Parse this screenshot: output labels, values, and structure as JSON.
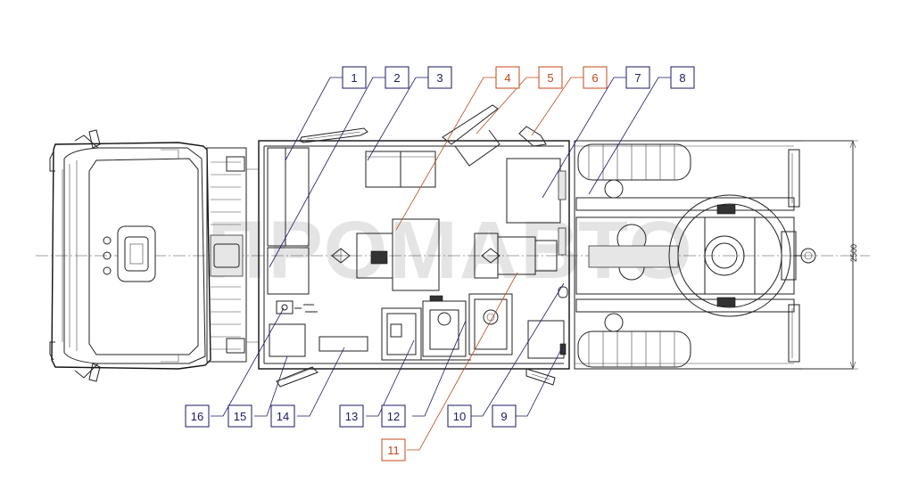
{
  "watermark": "ПРОМАВТО",
  "dimension_label": "2500",
  "colors": {
    "callout_default": "#1a1a66",
    "callout_highlight": "#c04a1a",
    "line": "#222222",
    "watermark": "#dcdcdc"
  },
  "callouts": [
    {
      "id": "c1",
      "label": "1",
      "highlight": false
    },
    {
      "id": "c2",
      "label": "2",
      "highlight": false
    },
    {
      "id": "c3",
      "label": "3",
      "highlight": false
    },
    {
      "id": "c4",
      "label": "4",
      "highlight": true
    },
    {
      "id": "c5",
      "label": "5",
      "highlight": true
    },
    {
      "id": "c6",
      "label": "6",
      "highlight": true
    },
    {
      "id": "c7",
      "label": "7",
      "highlight": false
    },
    {
      "id": "c8",
      "label": "8",
      "highlight": false
    },
    {
      "id": "c9",
      "label": "9",
      "highlight": false
    },
    {
      "id": "c10",
      "label": "10",
      "highlight": false
    },
    {
      "id": "c11",
      "label": "11",
      "highlight": true
    },
    {
      "id": "c12",
      "label": "12",
      "highlight": false
    },
    {
      "id": "c13",
      "label": "13",
      "highlight": false
    },
    {
      "id": "c14",
      "label": "14",
      "highlight": false
    },
    {
      "id": "c15",
      "label": "15",
      "highlight": false
    },
    {
      "id": "c16",
      "label": "16",
      "highlight": false
    }
  ]
}
